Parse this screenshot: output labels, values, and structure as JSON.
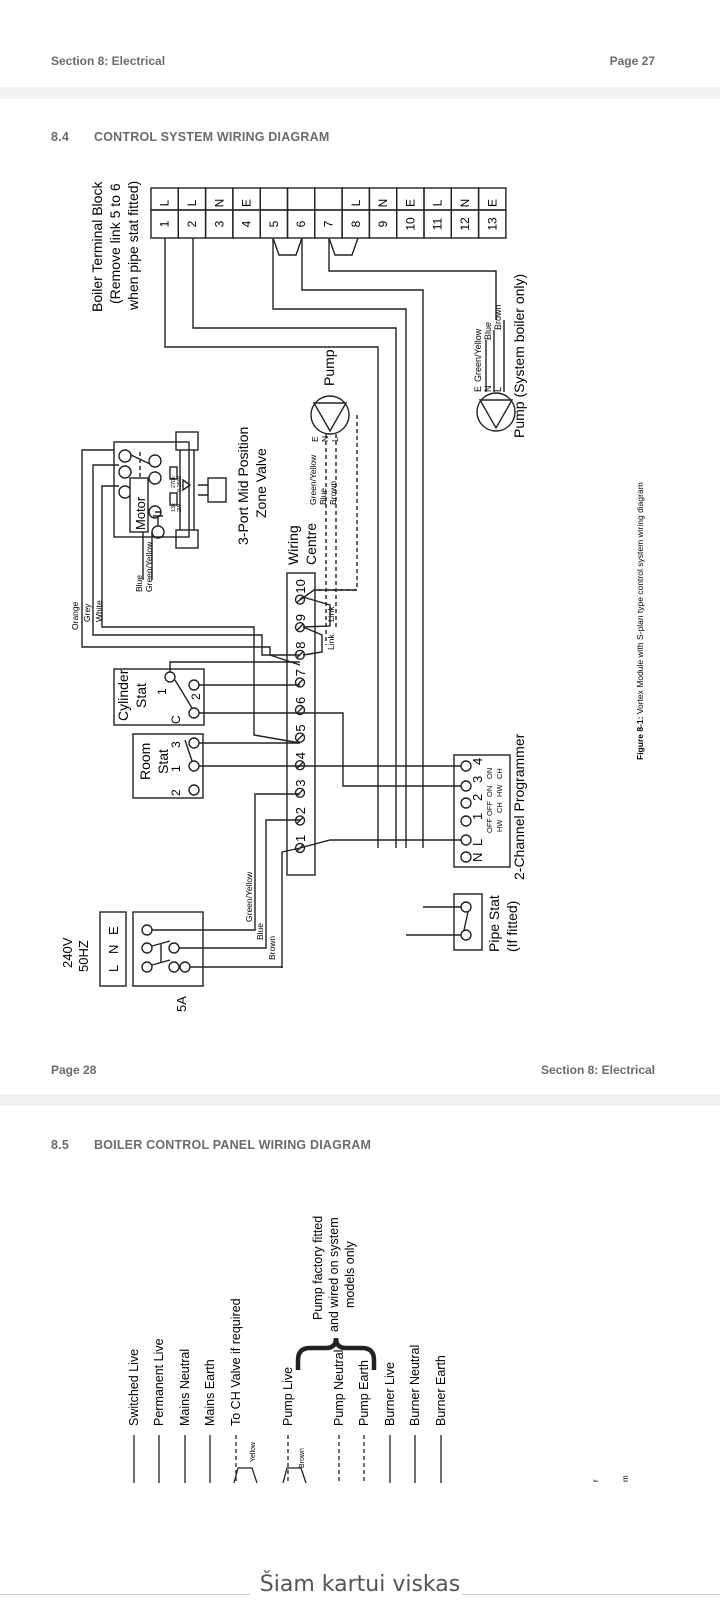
{
  "page1": {
    "header_left": "Section 8: Electrical",
    "header_right": "Page 27",
    "section_number": "8.4",
    "section_title": "CONTROL SYSTEM WIRING DIAGRAM",
    "footer_left": "Page 28",
    "footer_right": "Section 8: Electrical",
    "figure_caption_bold": "Figure 8-1:",
    "figure_caption_text": " Vortex Module with S-plan type control system wiring diagram"
  },
  "diagram": {
    "terminal_block": {
      "title_lines": [
        "Boiler Terminal Block",
        "(Remove link 5 to 6",
        "when pipe stat fitted)"
      ],
      "letters": [
        "L",
        "L",
        "N",
        "E",
        "",
        "",
        "",
        "L",
        "N",
        "E",
        "L",
        "N",
        "E"
      ],
      "numbers": [
        "1",
        "2",
        "3",
        "4",
        "5",
        "6",
        "7",
        "8",
        "9",
        "10",
        "11",
        "12",
        "13"
      ]
    },
    "pump_system": {
      "label": "Pump (System boiler only)",
      "pins": [
        "E",
        "N",
        "L"
      ],
      "wires": [
        "Green/Yellow",
        "Blue",
        "Brown"
      ]
    },
    "pump": {
      "label": "Pump",
      "pins": [
        "E",
        "N",
        "L"
      ],
      "wires": [
        "Green/Yellow",
        "Blue",
        "Brown"
      ]
    },
    "zone_valve": {
      "label_lines": [
        "3-Port Mid Position",
        "Zone Valve"
      ],
      "motor_label": "Motor",
      "resistor1": [
        "270k",
        "0.25W"
      ],
      "resistor2": [
        "13k",
        "2W"
      ],
      "wires_top": [
        "Orange",
        "Grey",
        "White"
      ],
      "wires_bottom": [
        "Blue",
        "Green/Yellow"
      ]
    },
    "wiring_centre": {
      "label_lines": [
        "Wiring",
        "Centre"
      ],
      "terminals": [
        "1",
        "2",
        "3",
        "4",
        "5",
        "6",
        "7",
        "8",
        "9",
        "10"
      ],
      "link_label": "Link"
    },
    "cylinder_stat": {
      "label_lines": [
        "Cylinder",
        "Stat"
      ],
      "pins": [
        "1",
        "C",
        "2"
      ]
    },
    "room_stat": {
      "label_lines": [
        "Room",
        "Stat"
      ],
      "pins": [
        "2",
        "1",
        "3"
      ]
    },
    "programmer": {
      "label": "2-Channel Programmer",
      "pins": [
        "N",
        "L",
        "1",
        "2",
        "3",
        "4"
      ],
      "row1": [
        "OFF",
        "OFF",
        "ON",
        "ON"
      ],
      "row2": [
        "HW",
        "CH",
        "HW",
        "CH"
      ]
    },
    "pipe_stat": {
      "label_lines": [
        "Pipe Stat",
        "(If fitted)"
      ]
    },
    "supply": {
      "voltage": "240V",
      "frequency": "50HZ",
      "pins": [
        "L",
        "N",
        "E"
      ],
      "fuse": "5A",
      "wires": [
        "Green/Yellow",
        "Blue",
        "Brown"
      ]
    }
  },
  "page2": {
    "section_number": "8.5",
    "section_title": "BOILER CONTROL PANEL WIRING DIAGRAM",
    "labels": [
      "Switched Live",
      "Permanent Live",
      "Mains Neutral",
      "Mains Earth",
      "To CH Valve if required",
      "Pump Live",
      "Pump Neutral",
      "Pump Earth",
      "Burner Live",
      "Burner Neutral",
      "Burner Earth"
    ],
    "brace_note_lines": [
      "Pump factory fitted",
      "and wired on system",
      "models only"
    ],
    "wire_tags": [
      "Yellow",
      "Brown"
    ],
    "edge_chars": [
      "r",
      "m"
    ]
  },
  "bottom_banner": "Šiam kartui viskas"
}
